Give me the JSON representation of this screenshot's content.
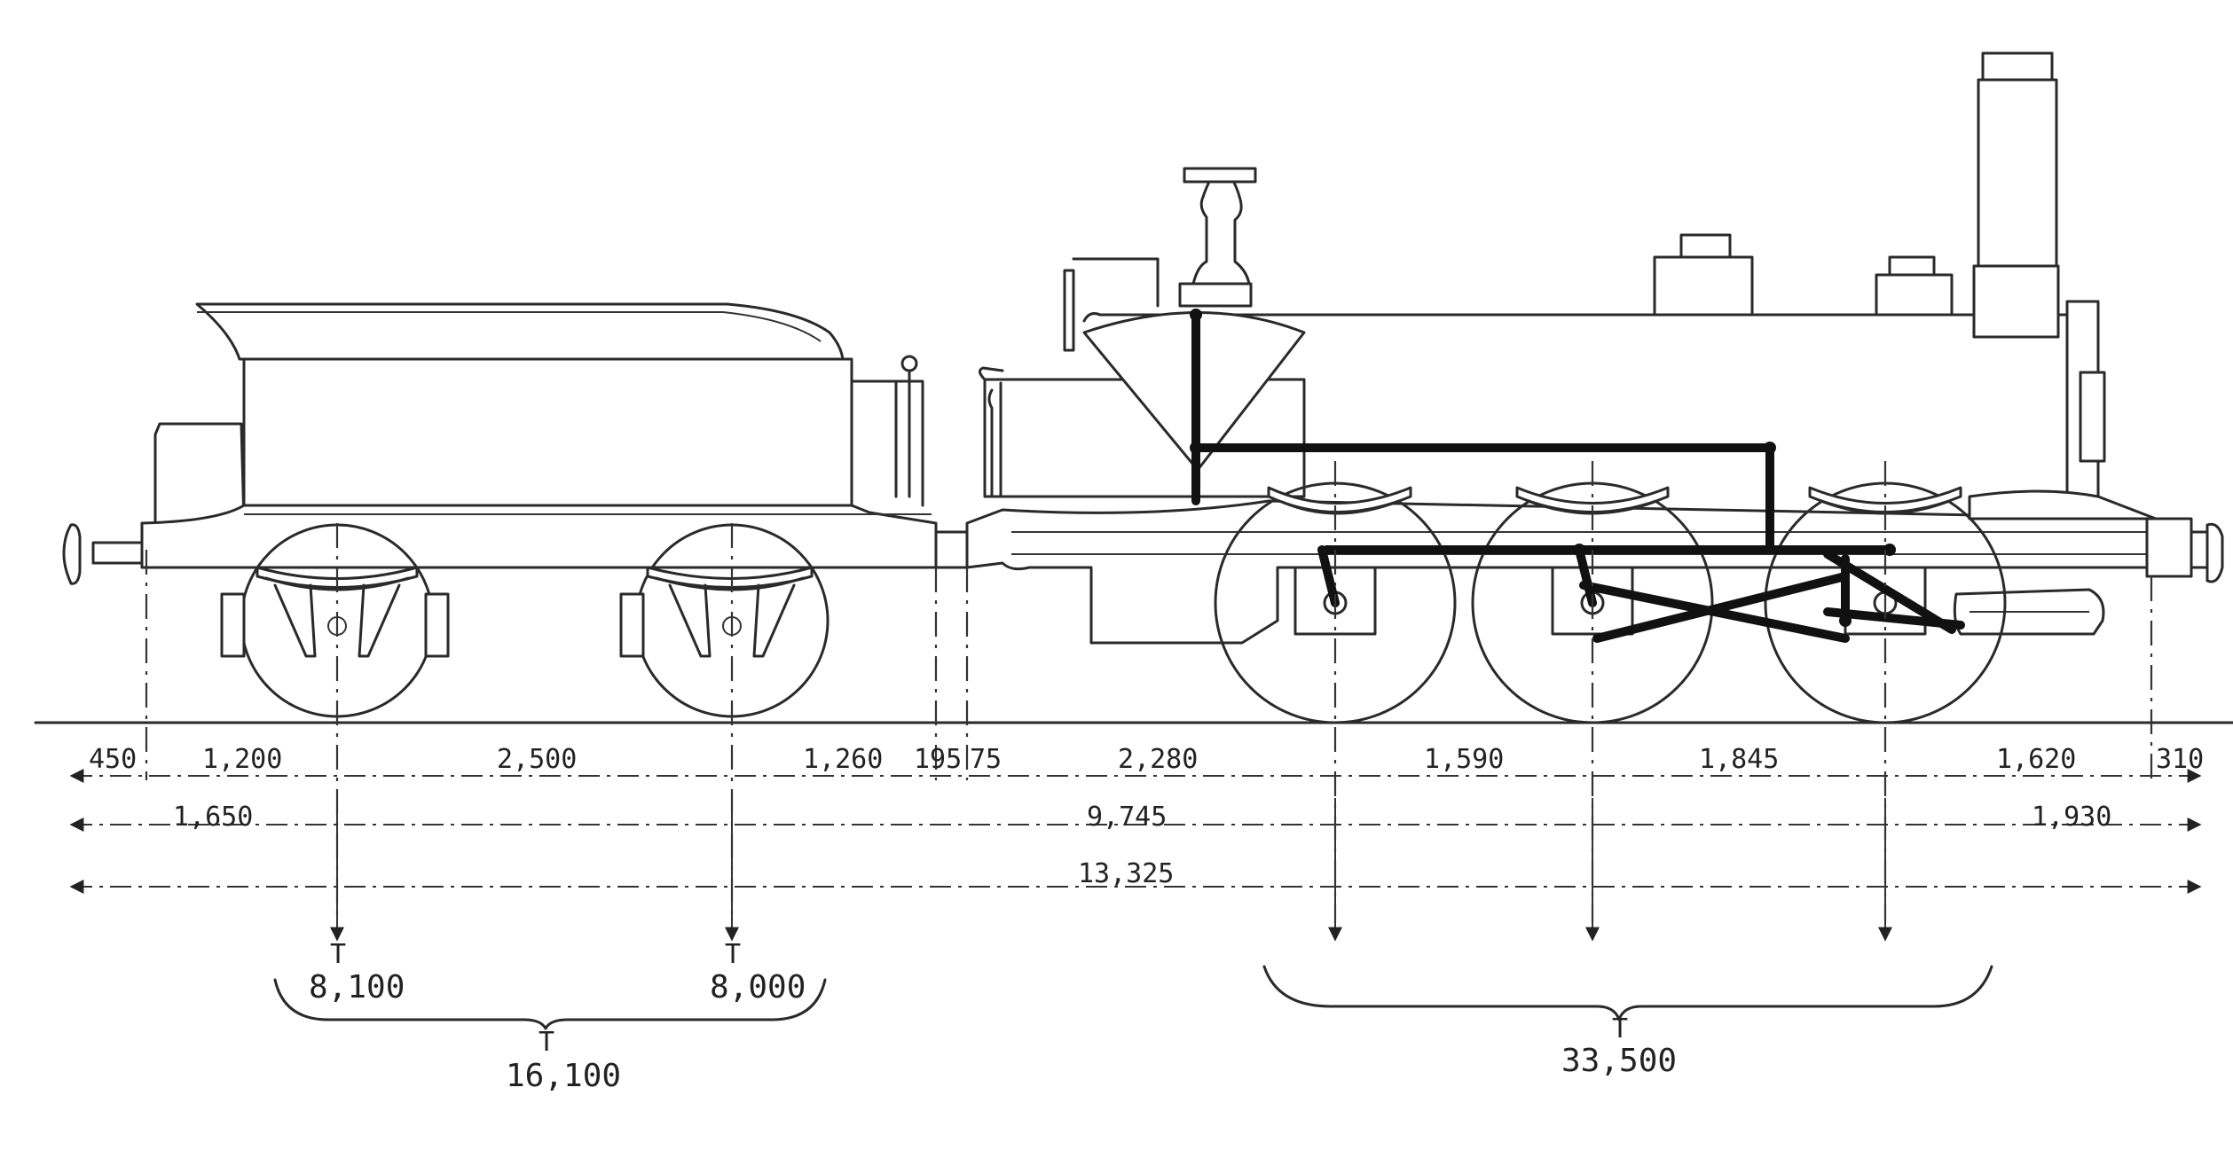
{
  "dimensions": {
    "row1": [
      "450",
      "1,200",
      "2,500",
      "1,260",
      "195",
      "75",
      "2,280",
      "1,590",
      "1,845",
      "1,620",
      "310"
    ],
    "row2": [
      "1,650",
      "9,745",
      "1,930"
    ],
    "row3": [
      "13,325"
    ]
  },
  "loads": {
    "tender_axle_1": "8,100",
    "tender_axle_2": "8,000",
    "tender_total": "16,100",
    "engine_total": "33,500",
    "unit_mark": "T"
  }
}
